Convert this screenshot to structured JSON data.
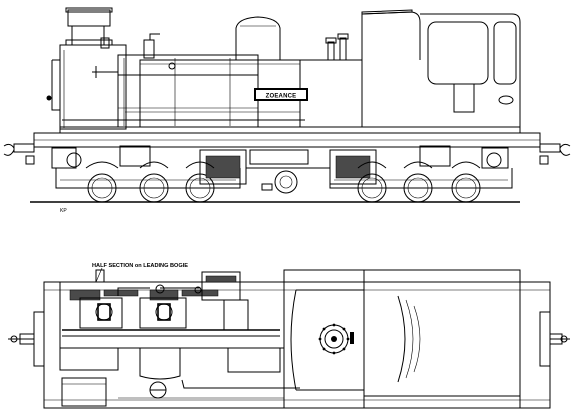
{
  "drawing": {
    "name_plate": "ZOEANCE",
    "section_label": "HALF SECTION on LEADING BOGIE",
    "initials_mark": "KP",
    "colors": {
      "ink": "#000000",
      "paper": "#ffffff",
      "shade": "#4a4a4a"
    }
  }
}
